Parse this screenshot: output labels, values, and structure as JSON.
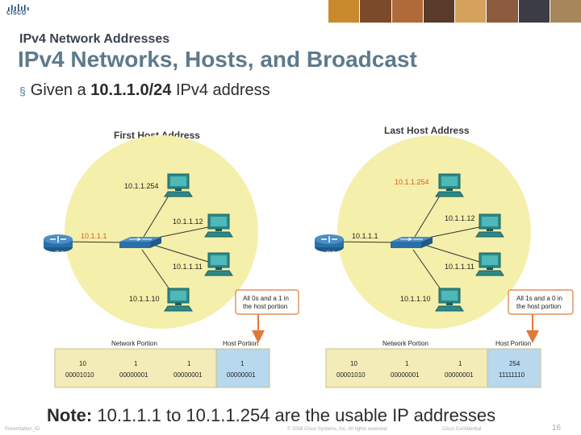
{
  "header": {
    "logo_text": "CISCO",
    "subtitle": "IPv4 Network Addresses",
    "title": "IPv4 Networks, Hosts, and Broadcast"
  },
  "bullet": {
    "prefix": "Given a",
    "address": "10.1.1.0/24",
    "suffix": "IPv4 address"
  },
  "left_panel": {
    "heading": "First Host Address",
    "router_label": "R2",
    "router_ip": "10.1.1.1",
    "hosts": [
      "10.1.1.254",
      "10.1.1.12",
      "10.1.1.11",
      "10.1.1.10"
    ],
    "callout": [
      "All 0s and a 1 in",
      "the host portion"
    ],
    "network_portion_label": "Network Portion",
    "host_portion_label": "Host Portion",
    "decimal": [
      "10",
      "1",
      "1",
      "1"
    ],
    "binary": [
      "00001010",
      "00000001",
      "00000001",
      "00000001"
    ]
  },
  "right_panel": {
    "heading": "Last Host Address",
    "router_label": "R2",
    "router_ip": "10.1.1.1",
    "hosts": [
      "10.1.1.254",
      "10.1.1.12",
      "10.1.1.11",
      "10.1.1.10"
    ],
    "callout": [
      "All 1s and a 0 in",
      "the host portion"
    ],
    "network_portion_label": "Network Portion",
    "host_portion_label": "Host Portion",
    "decimal": [
      "10",
      "1",
      "1",
      "254"
    ],
    "binary": [
      "00001010",
      "00000001",
      "00000001",
      "11111110"
    ]
  },
  "note": {
    "label": "Note:",
    "text": "10.1.1.1 to 10.1.1.254 are the usable IP addresses"
  },
  "footer": {
    "presentation_id": "Presentation_ID",
    "copyright": "© 2008 Cisco Systems, Inc. All rights reserved.",
    "confidential": "Cisco Confidential",
    "page": "16"
  },
  "colors": {
    "circle_fill": "#f4efaa",
    "highlight_ip": "#e05a1e",
    "callout_border": "#e07a3a",
    "table_fill": "#f3ecb8",
    "host_cell_fill": "#b8d8ee",
    "title": "#5e7a8c"
  }
}
